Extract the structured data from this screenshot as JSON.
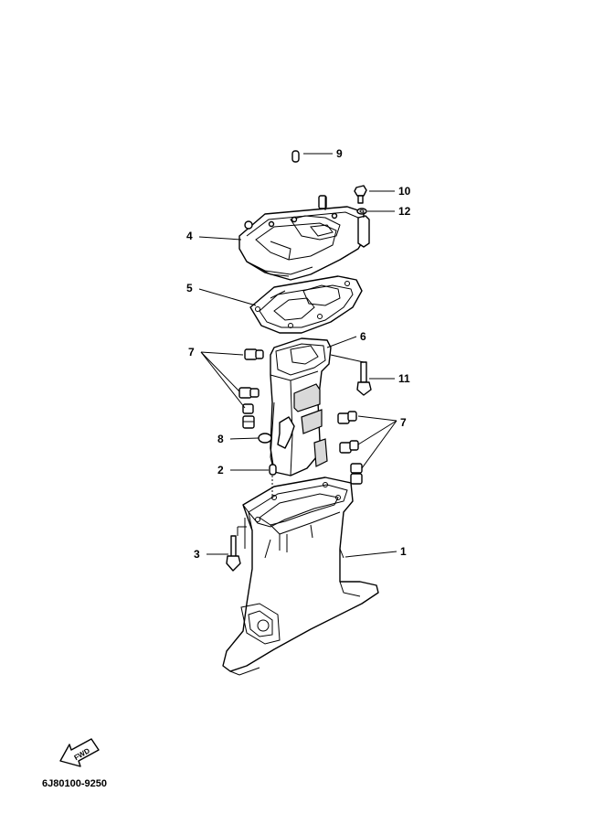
{
  "diagram": {
    "callouts": [
      "1",
      "2",
      "3",
      "4",
      "5",
      "6",
      "7",
      "7",
      "8",
      "9",
      "10",
      "11",
      "12"
    ],
    "fwd_label": "FWD",
    "drawing_code": "6J80100-9250"
  }
}
